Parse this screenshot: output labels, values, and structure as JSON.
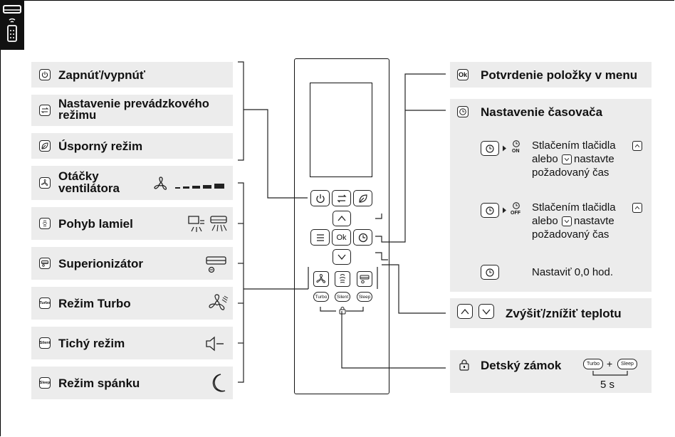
{
  "left_items": [
    {
      "icon": "power-icon",
      "label": "Zapnúť/vypnúť"
    },
    {
      "icon": "mode-icon",
      "label": "Nastavenie prevádzkového režimu"
    },
    {
      "icon": "eco-icon",
      "label": "Úsporný režim"
    },
    {
      "icon": "fan-icon",
      "label": "Otáčky ventilátora"
    },
    {
      "icon": "louver-icon",
      "label": "Pohyb lamiel"
    },
    {
      "icon": "ionizer-icon",
      "label": "Superionizátor"
    },
    {
      "icon": "Turbo",
      "label": "Režim Turbo"
    },
    {
      "icon": "Silent",
      "label": "Tichý režim"
    },
    {
      "icon": "Sleep",
      "label": "Režim spánku"
    }
  ],
  "right_items": {
    "ok": {
      "key": "Ok",
      "label": "Potvrdenie položky v menu"
    },
    "timer": {
      "label": "Nastavenie časovača"
    },
    "timer_on": {
      "tag": "ON",
      "line1": "Stlačením tlačidla",
      "line2": "alebo",
      "line3": "nastavte",
      "line4": "požadovaný čas"
    },
    "timer_off": {
      "tag": "OFF",
      "line1": "Stlačením tlačidla",
      "line2": "alebo",
      "line3": "nastavte",
      "line4": "požadovaný čas"
    },
    "timer_reset": {
      "label": "Nastaviť 0,0 hod."
    },
    "temp": {
      "label": "Zvýšiť/znížiť teplotu"
    },
    "lock": {
      "label": "Detský zámok",
      "key1": "Turbo",
      "key2": "Sleep",
      "plus": "+",
      "duration": "5 s"
    }
  },
  "remote": {
    "ok_label": "Ok",
    "turbo": "Turbo",
    "silent": "Silent",
    "sleep": "Sleep"
  }
}
